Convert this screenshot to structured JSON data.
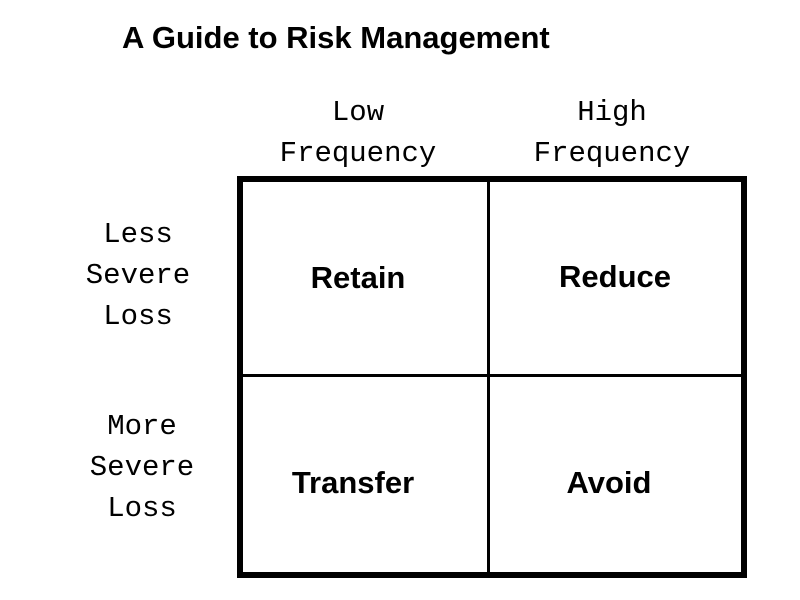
{
  "title": "A Guide to Risk Management",
  "columns": [
    "Low\nFrequency",
    "High\nFrequency"
  ],
  "rows": [
    "Less\nSevere\nLoss",
    "More\nSevere\nLoss"
  ],
  "cells": {
    "less_low": "Retain",
    "less_high": "Reduce",
    "more_low": "Transfer",
    "more_high": "Avoid"
  }
}
